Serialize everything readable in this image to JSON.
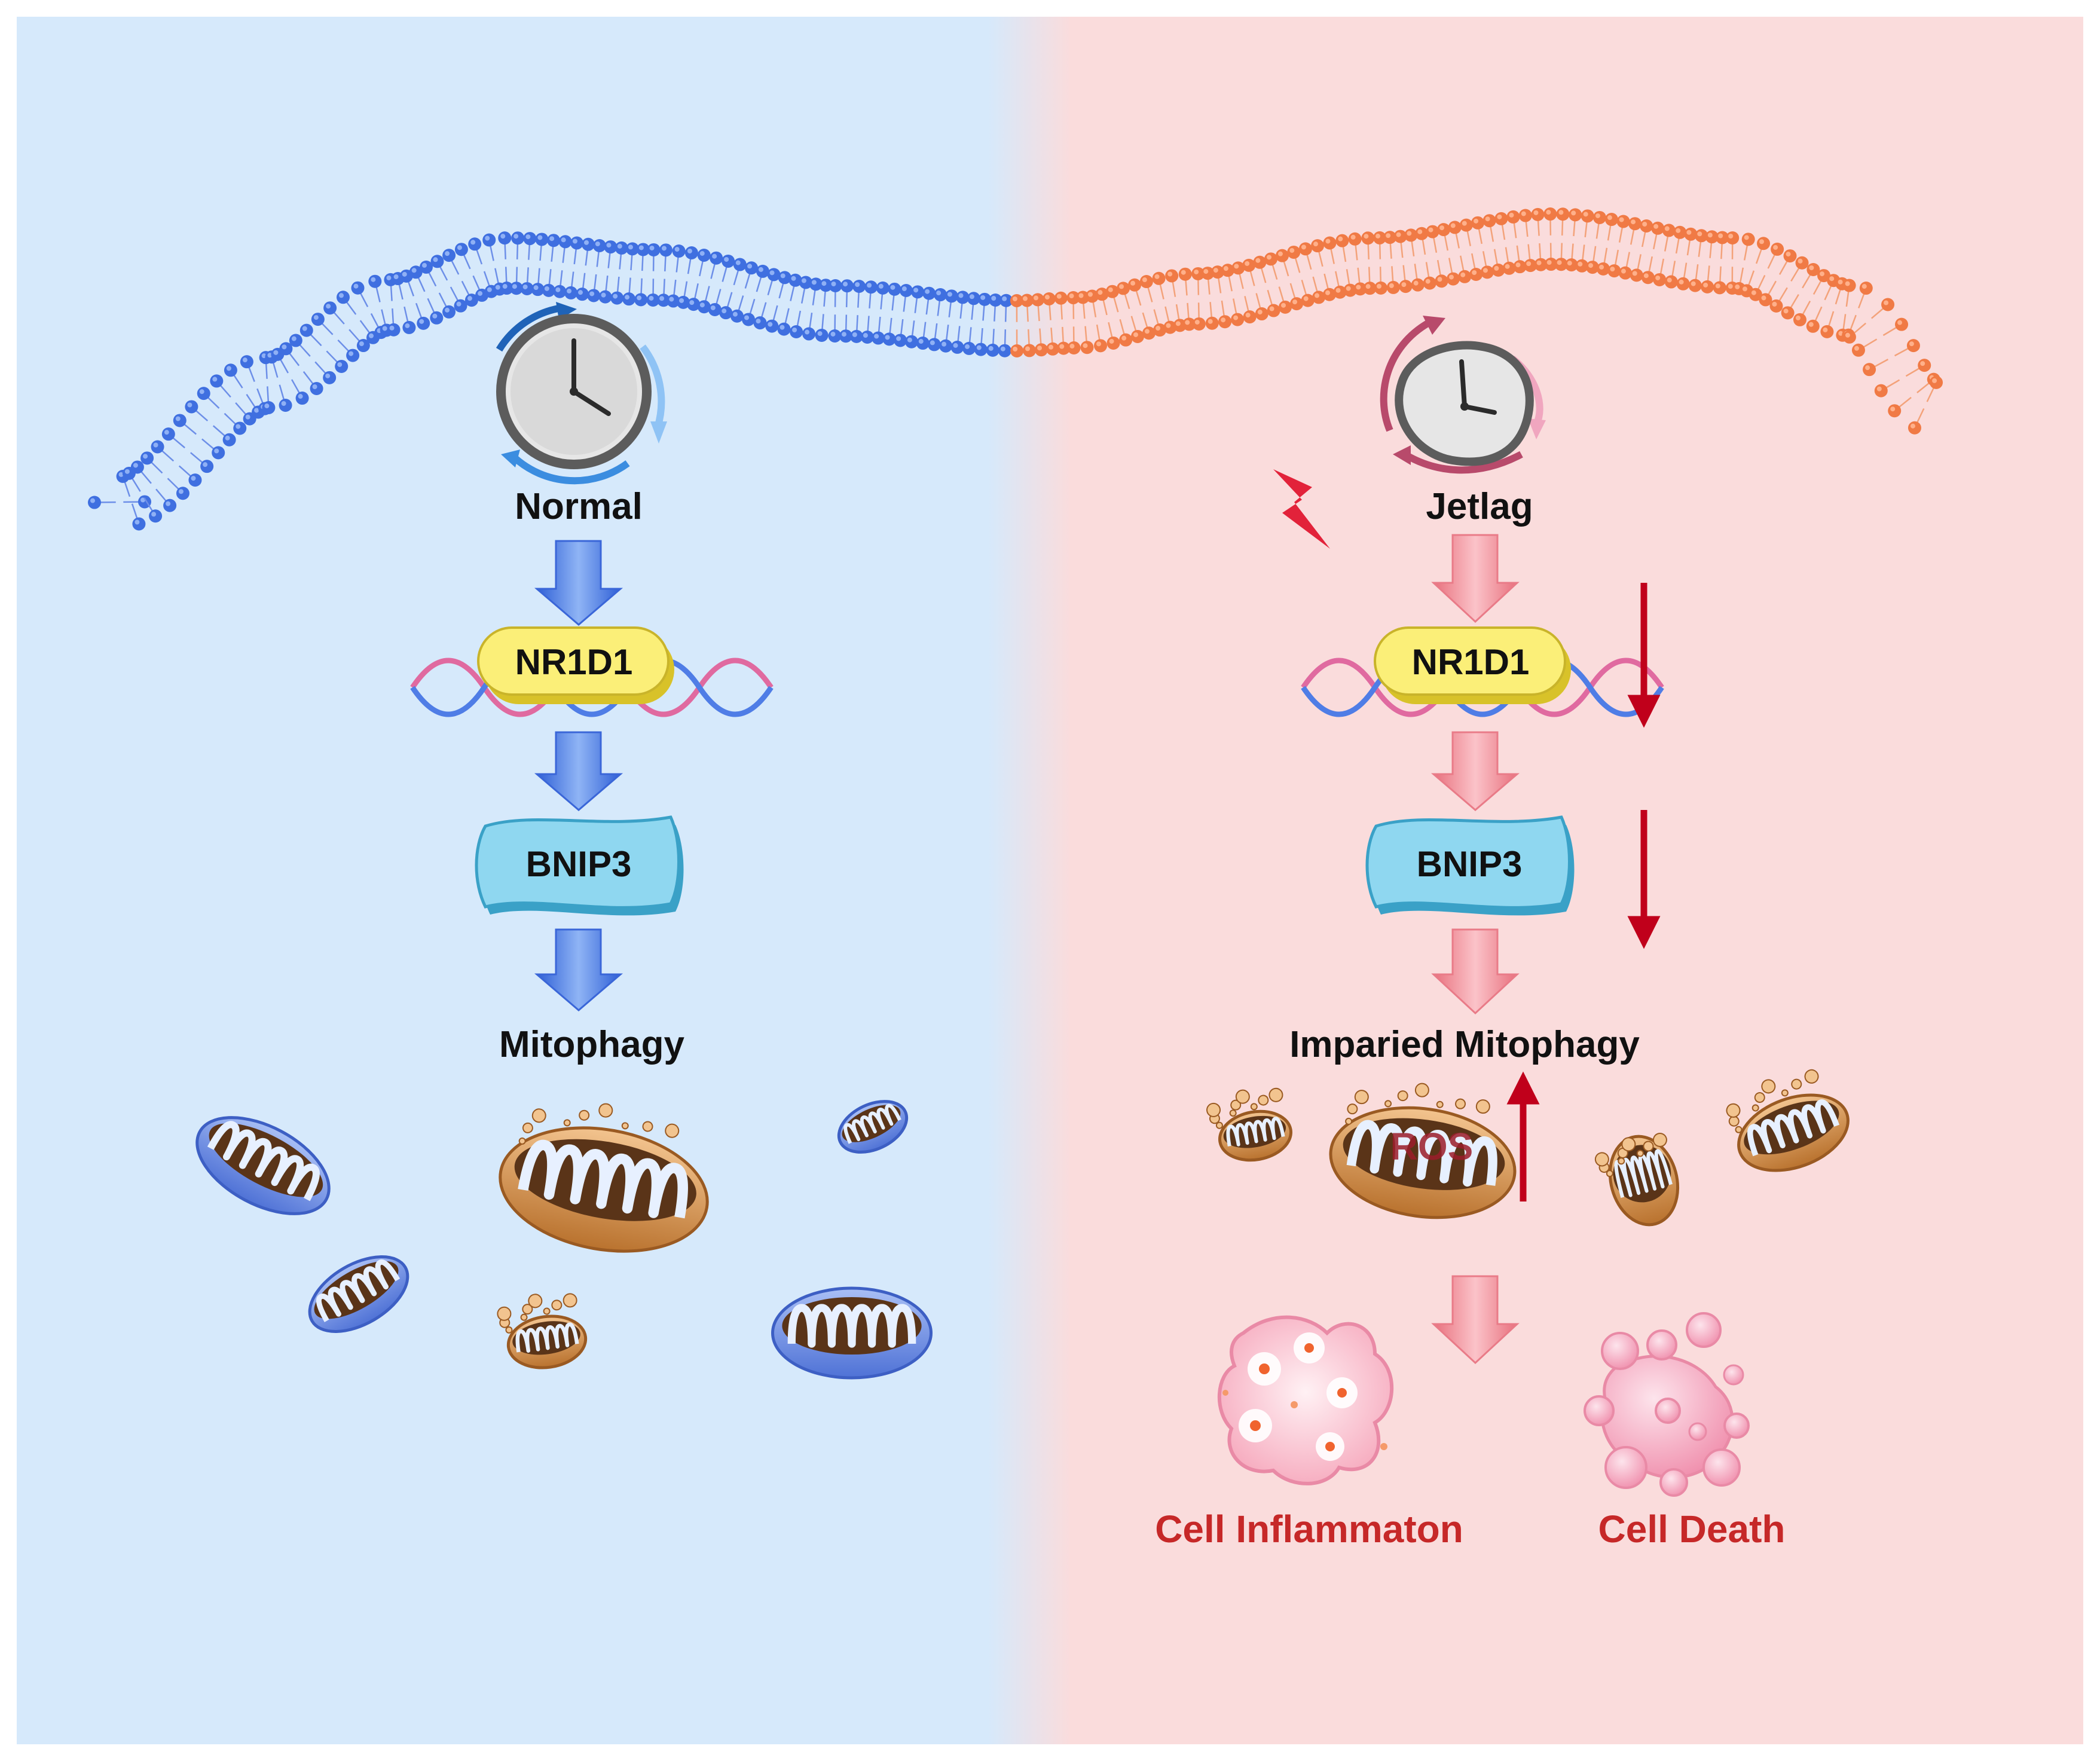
{
  "left_panel": {
    "condition": "Normal",
    "gene": "NR1D1",
    "protein": "BNIP3",
    "outcome": "Mitophagy",
    "colors": {
      "background": "#d6e9fb",
      "membrane": "#3f6fe0",
      "arrow": "#4c7fe6",
      "label_box": "#86d3ec"
    }
  },
  "right_panel": {
    "condition": "Jetlag",
    "gene": "NR1D1",
    "protein": "BNIP3",
    "outcome": "Imparied Mitophagy",
    "ros": "ROS",
    "result_1": "Cell Inflammaton",
    "result_2": "Cell Death",
    "colors": {
      "background": "#fadcdc",
      "membrane": "#f07a45",
      "arrow": "#f08a95",
      "indicator": "#c0001b",
      "result_text": "#c62828"
    }
  },
  "icons": [
    "clock-icon",
    "distorted-clock-icon",
    "lightning-icon",
    "dna-helix-icon",
    "mitochondrion-icon",
    "inflamed-cell-icon",
    "dying-cell-icon"
  ]
}
